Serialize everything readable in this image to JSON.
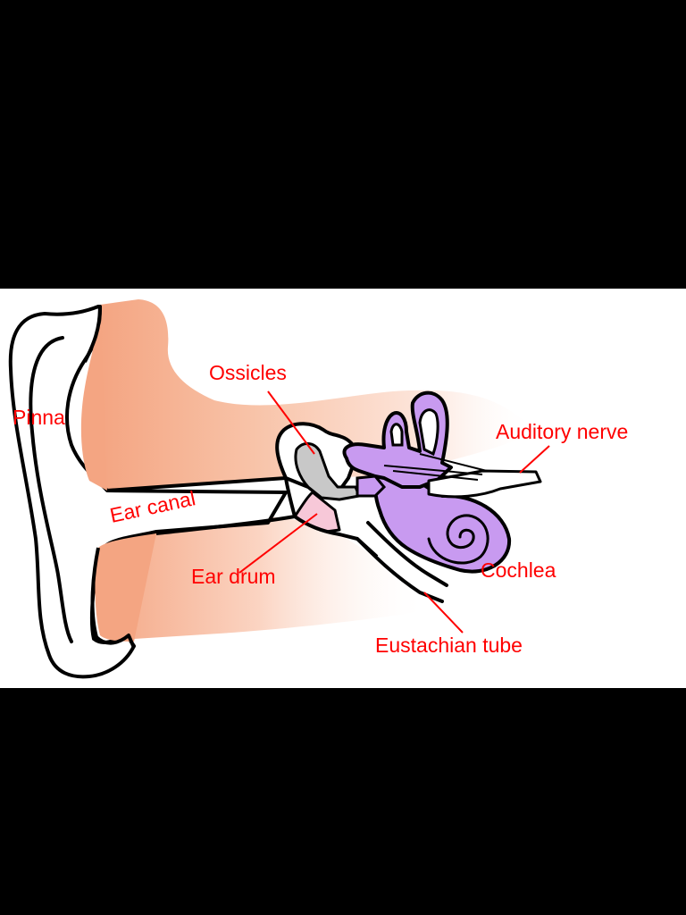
{
  "diagram": {
    "labels": {
      "pinna": "Pinna",
      "ear_canal": "Ear canal",
      "ossicles": "Ossicles",
      "ear_drum": "Ear drum",
      "auditory_nerve": "Auditory nerve",
      "cochlea": "Cochlea",
      "eustachian_tube": "Eustachian tube"
    },
    "colors": {
      "background": "#000000",
      "panel": "#ffffff",
      "label_text": "#ff0000",
      "leader_line": "#ff0000",
      "skin": "#f4a582",
      "outline": "#000000",
      "inner_ear": "#c89af0",
      "ossicles": "#c8c8c8",
      "ear_drum": "#f7c8d8"
    }
  }
}
